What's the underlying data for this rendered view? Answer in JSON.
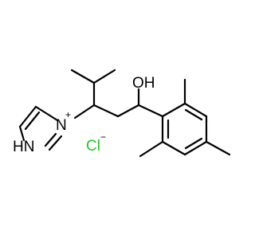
{
  "molecule": {
    "labels": {
      "hydroxyl": "OH",
      "imidazolium_n_plus": "N",
      "plus_charge": "+",
      "imidazole_nh": "HN",
      "chloride": "Cl",
      "minus_charge": "−"
    },
    "colors": {
      "bond": "#000000",
      "text": "#000000",
      "chloride": "#27c327",
      "background": "#ffffff"
    }
  }
}
